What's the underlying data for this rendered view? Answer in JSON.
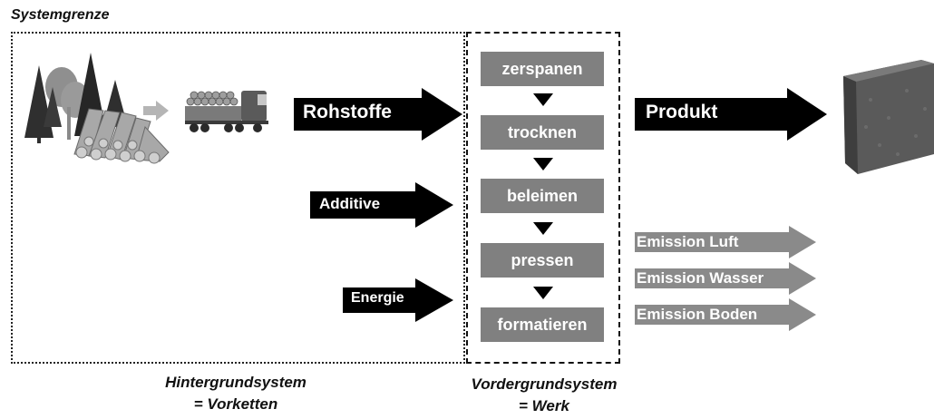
{
  "boundary": {
    "title": "Systemgrenze"
  },
  "hintergrund": {
    "line1": "Hintergrundsystem",
    "line2": "= Vorketten"
  },
  "vordergrund": {
    "line1": "Vordergrundsystem",
    "line2": "= Werk"
  },
  "inputs": [
    {
      "label": "Rohstoffe"
    },
    {
      "label": "Additive"
    },
    {
      "label": "Energie"
    }
  ],
  "process_steps": [
    {
      "label": "zerspanen"
    },
    {
      "label": "trocknen"
    },
    {
      "label": "beleimen"
    },
    {
      "label": "pressen"
    },
    {
      "label": "formatieren"
    }
  ],
  "output": {
    "label": "Produkt"
  },
  "emissions": [
    {
      "label": "Emission Luft"
    },
    {
      "label": "Emission Wasser"
    },
    {
      "label": "Emission Boden"
    }
  ],
  "colors": {
    "input_arrow": "#000000",
    "process_box": "#808080",
    "emission_arrow": "#8a8a8a",
    "forest": "#2f2f2f",
    "logs": "#a8a8a8",
    "truck": "#6e6e6e",
    "product_block": "#555555"
  },
  "illustrations": [
    "forest-and-logs-image",
    "timber-truck-image",
    "particleboard-block-image"
  ]
}
